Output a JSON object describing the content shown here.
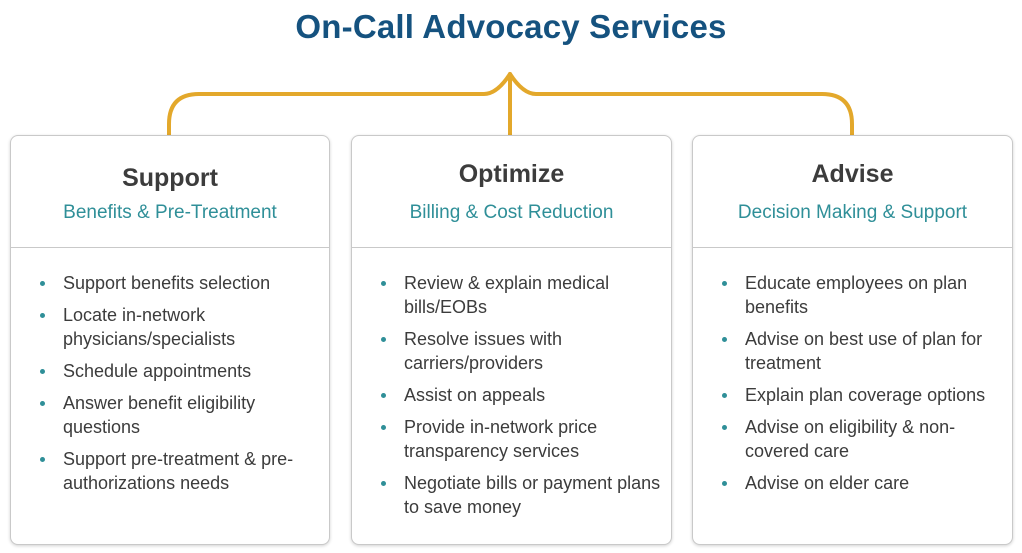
{
  "title": "On-Call Advocacy Services",
  "colors": {
    "title": "#15527f",
    "accent_teal": "#2f8f98",
    "bracket_gold": "#e3a82b",
    "text": "#3c3c3c",
    "border": "#c9c9c9"
  },
  "cards": [
    {
      "title": "Support",
      "subtitle": "Benefits & Pre-Treatment",
      "items": [
        "Support benefits selection",
        "Locate in-network physicians/specialists",
        "Schedule appointments",
        "Answer benefit eligibility questions",
        "Support pre-treatment & pre-authorizations needs"
      ]
    },
    {
      "title": "Optimize",
      "subtitle": "Billing & Cost Reduction",
      "items": [
        "Review & explain medical bills/EOBs",
        "Resolve issues with carriers/providers",
        "Assist on appeals",
        "Provide in-network price transparency services",
        "Negotiate bills or payment plans to save money"
      ]
    },
    {
      "title": "Advise",
      "subtitle": "Decision Making & Support",
      "items": [
        "Educate employees on plan benefits",
        "Advise on best use of plan for treatment",
        "Explain plan coverage options",
        "Advise on eligibility & non-covered care",
        "Advise on elder care"
      ]
    }
  ]
}
